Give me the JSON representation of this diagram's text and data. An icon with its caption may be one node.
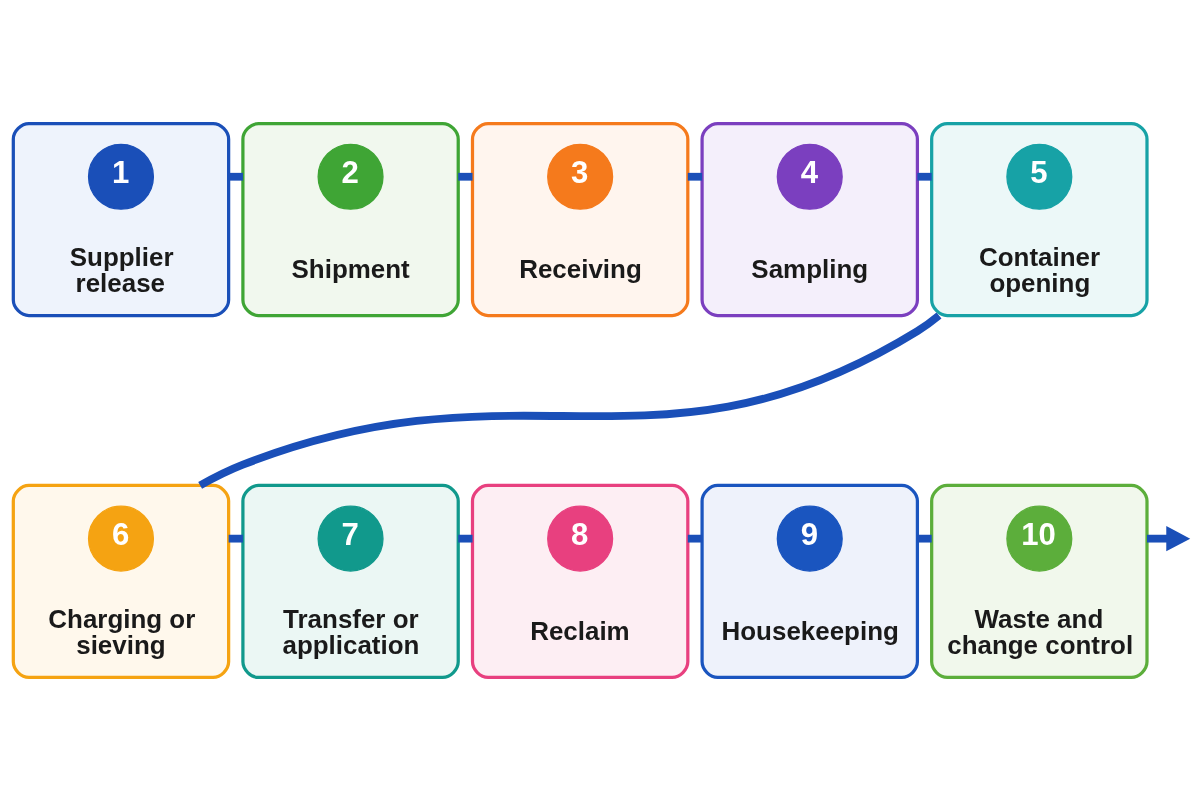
{
  "diagram": {
    "nodes": [
      {
        "text": [
          "Supplier release"
        ]
      },
      {
        "text": [
          "1"
        ],
        "in": 0
      },
      {
        "text": [
          "Shipment"
        ]
      },
      {
        "text": [
          "2"
        ],
        "in": 2
      },
      {
        "text": [
          "Receiving"
        ]
      },
      {
        "text": [
          "3"
        ],
        "in": 4
      },
      {
        "text": [
          "Sampling"
        ]
      },
      {
        "text": [
          "4"
        ],
        "in": 6
      },
      {
        "text": [
          "Container opening"
        ]
      },
      {
        "text": [
          "5"
        ],
        "in": 8
      },
      {
        "text": [
          "Charging or sieving"
        ]
      },
      {
        "text": [
          "6"
        ],
        "in": 10
      },
      {
        "text": [
          "Transfer or application"
        ]
      },
      {
        "text": [
          "7"
        ],
        "in": 12
      },
      {
        "text": [
          "Reclaim"
        ]
      },
      {
        "text": [
          "8"
        ],
        "in": 14
      },
      {
        "text": [
          "Housekeeping"
        ]
      },
      {
        "text": [
          "9"
        ],
        "in": 16
      },
      {
        "text": [
          "Waste and change control"
        ]
      },
      {
        "text": [
          "10"
        ],
        "in": 18
      }
    ],
    "edges": [
      {
        "from": 0,
        "to": 2,
        "arrow": "none"
      },
      {
        "from": 2,
        "to": 4,
        "arrow": "none"
      },
      {
        "from": 4,
        "to": 6,
        "arrow": "none"
      },
      {
        "from": 6,
        "to": 8,
        "arrow": "none"
      },
      {
        "from": 8,
        "to": 10,
        "arrow": "none"
      },
      {
        "from": 10,
        "to": 12,
        "arrow": "none"
      },
      {
        "from": 12,
        "to": 14,
        "arrow": "none"
      },
      {
        "from": 14,
        "to": 16,
        "arrow": "none"
      },
      {
        "from": 16,
        "to": 18,
        "arrow": "none"
      },
      {
        "from": 18,
        "to": null,
        "arrow": "to"
      }
    ]
  }
}
